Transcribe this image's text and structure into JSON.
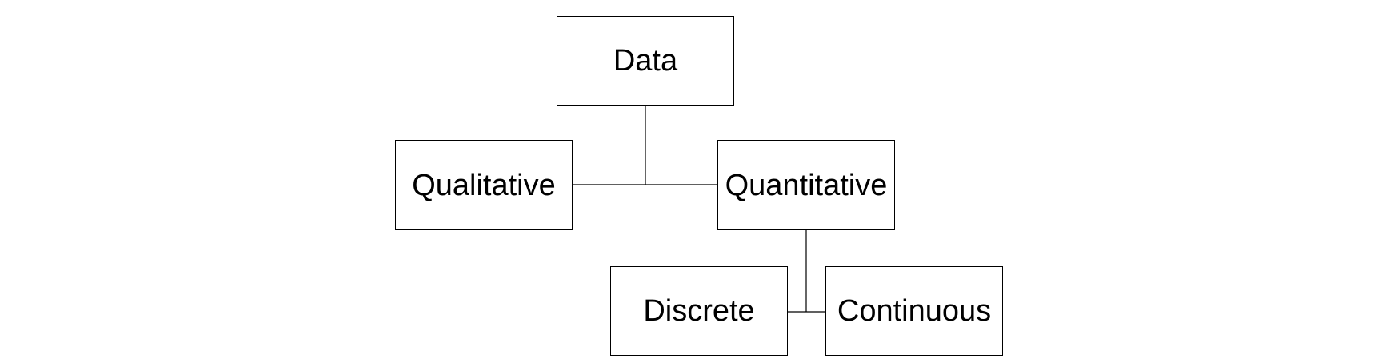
{
  "diagram": {
    "nodes": {
      "data": "Data",
      "qualitative": "Qualitative",
      "quantitative": "Quantitative",
      "discrete": "Discrete",
      "continuous": "Continuous"
    },
    "colors": {
      "line": "#000000",
      "box_border": "#000000",
      "background": "#ffffff"
    }
  }
}
